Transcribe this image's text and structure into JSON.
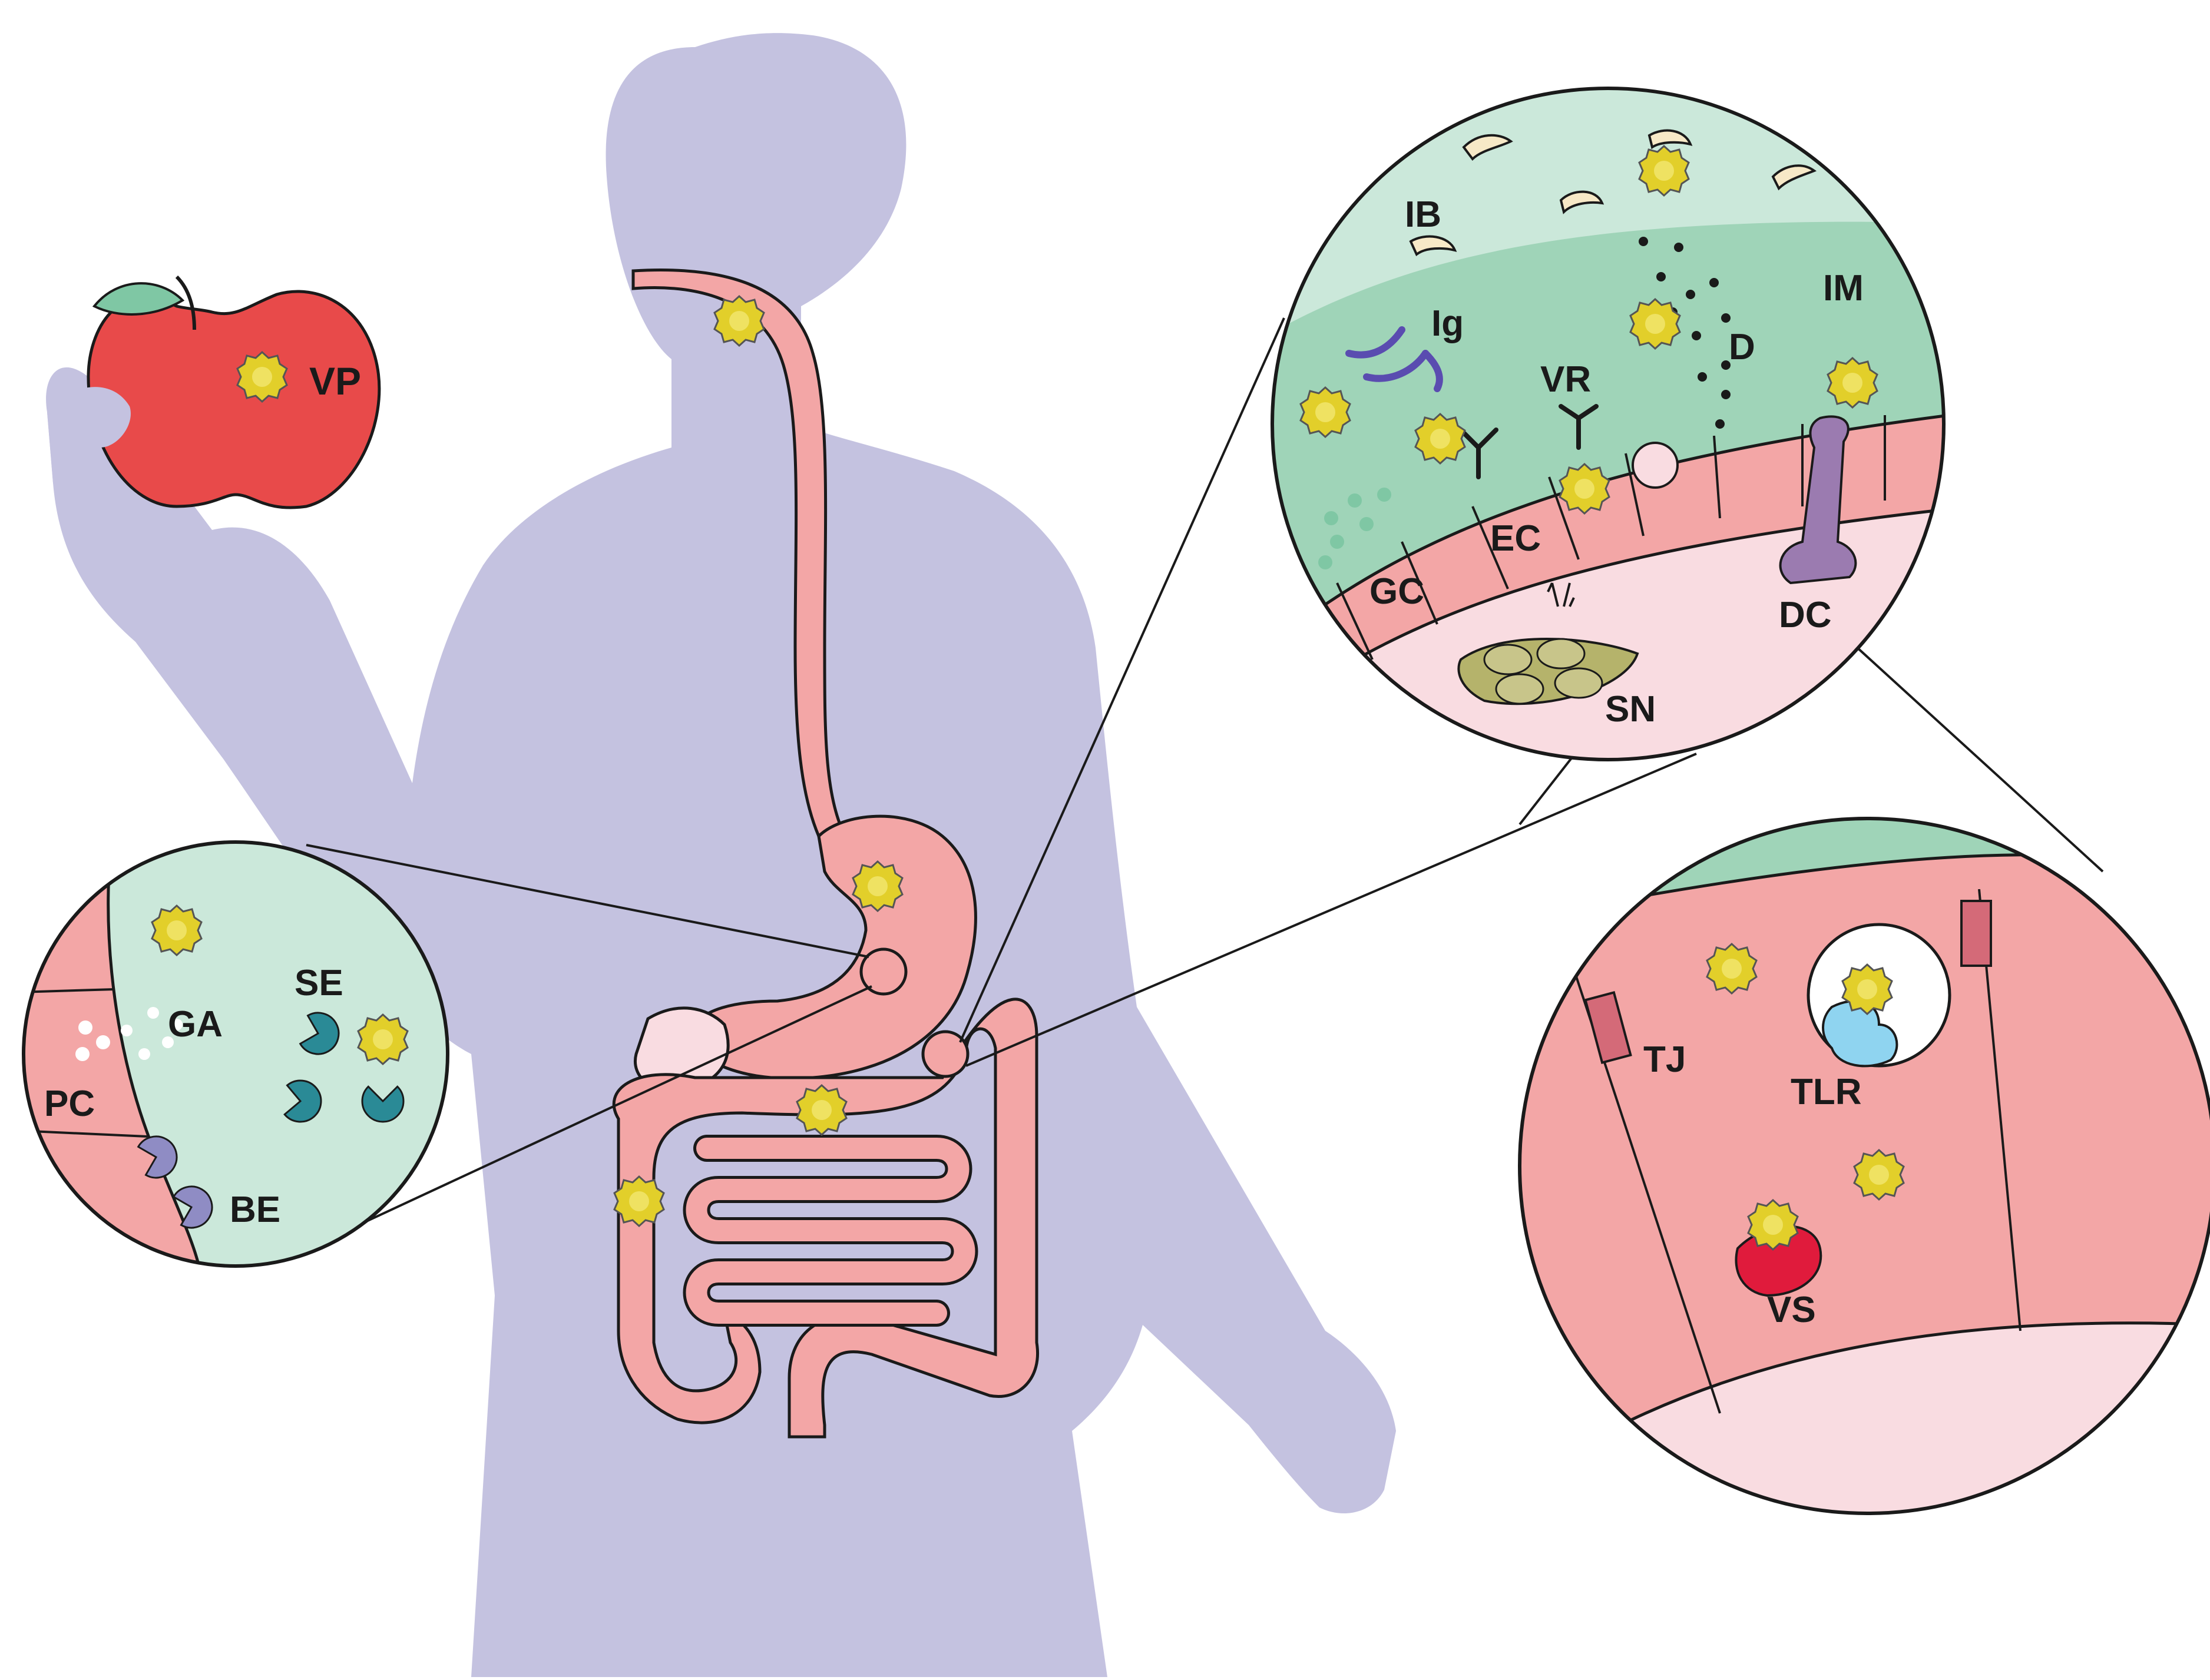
{
  "labels": {
    "vp": "VP",
    "ib": "IB",
    "ig": "Ig",
    "im": "IM",
    "d": "D",
    "vr": "VR",
    "ec": "EC",
    "gc": "GC",
    "dc": "DC",
    "sn": "SN",
    "se": "SE",
    "ga": "GA",
    "pc": "PC",
    "be": "BE",
    "tj": "TJ",
    "tlr": "TLR",
    "vs": "VS"
  },
  "colors": {
    "body": "#c4c2e0",
    "gut": "#f3a6a6",
    "mucus_light": "#cbe8da",
    "mucus": "#9fd4b8",
    "lumen_small": "#cfeadf",
    "tissue": "#f9dce1",
    "virus": "#e2cf2a",
    "apple": "#e84a4a",
    "enzyme_teal": "#2a8a96",
    "enzyme_purple": "#8f8cc4",
    "tlr": "#8fd4f0",
    "vs": "#e01b3c",
    "dc": "#9b7bb0",
    "bacteria": "#f7e9c7",
    "ig": "#5a4cb0",
    "sn": "#b5b36b"
  }
}
